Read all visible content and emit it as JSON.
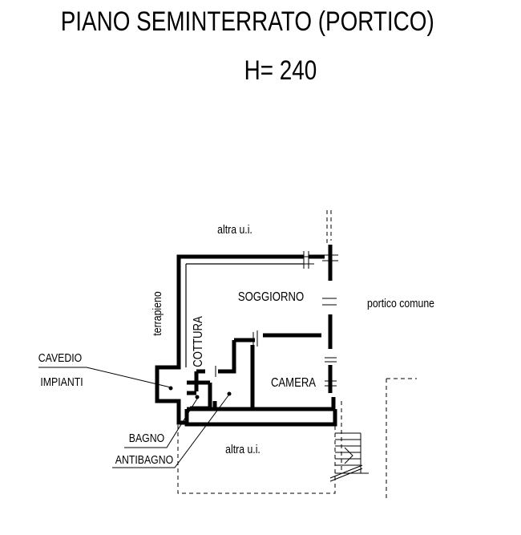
{
  "title": "PIANO SEMINTERRATO (PORTICO)",
  "height_label": "H= 240",
  "labels": {
    "altra_top": "altra u.i.",
    "soggiorno": "SOGGIORNO",
    "portico": "portico comune",
    "terrapieno": "terrapieno",
    "cottura": "COTTURA",
    "cavedio": "CAVEDIO",
    "impianti": "IMPIANTI",
    "camera": "CAMERA",
    "bagno": "BAGNO",
    "antibagno": "ANTIBAGNO",
    "altra_bottom": "altra u.i."
  }
}
